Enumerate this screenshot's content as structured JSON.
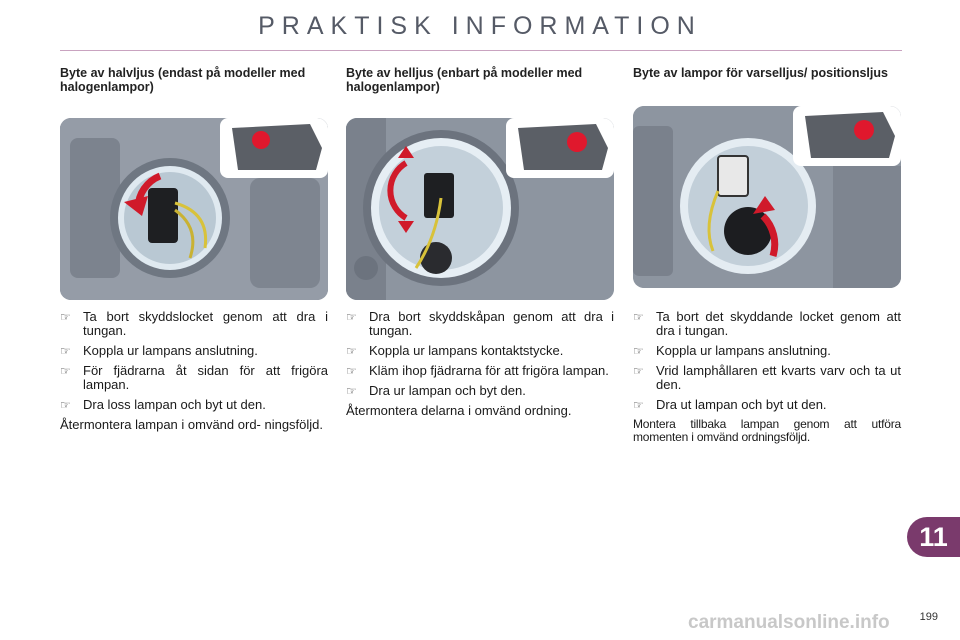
{
  "header": {
    "title": "PRAKTISK INFORMATION"
  },
  "columns": [
    {
      "heading": "Byte av halvljus (endast på modeller med halogenlampor)",
      "bullets": [
        "Ta bort skyddslocket genom att dra i tungan.",
        "Koppla ur lampans anslutning.",
        "För fjädrarna åt sidan för att frigöra lampan.",
        "Dra loss lampan och byt ut den."
      ],
      "note": "Återmontera lampan i omvänd ord- ningsföljd."
    },
    {
      "heading": "Byte av helljus (enbart på modeller med halogenlampor)",
      "bullets": [
        "Dra bort skyddskåpan genom att dra i tungan.",
        "Koppla ur lampans kontaktstycke.",
        "Kläm ihop fjädrarna för att frigöra lampan.",
        "Dra ur lampan och byt den."
      ],
      "note": "Återmontera delarna i omvänd ordning."
    },
    {
      "heading": "Byte av lampor för varselljus/ positionsljus",
      "bullets": [
        "Ta bort det skyddande locket genom att dra i tungan.",
        "Koppla ur lampans anslutning.",
        "Vrid lamphållaren ett kvarts varv och ta ut den.",
        "Dra ut lampan och byt ut den."
      ],
      "note": "Montera tillbaka lampan genom att utföra momenten i omvänd ordningsföljd."
    }
  ],
  "bullet_symbol": "☞",
  "chapter": "11",
  "page_number": "199",
  "watermark": "carmanualsonline.info",
  "colors": {
    "accent": "#7a3a6c",
    "highlight_dot": "#e0182d",
    "arrow": "#d01a2a"
  }
}
